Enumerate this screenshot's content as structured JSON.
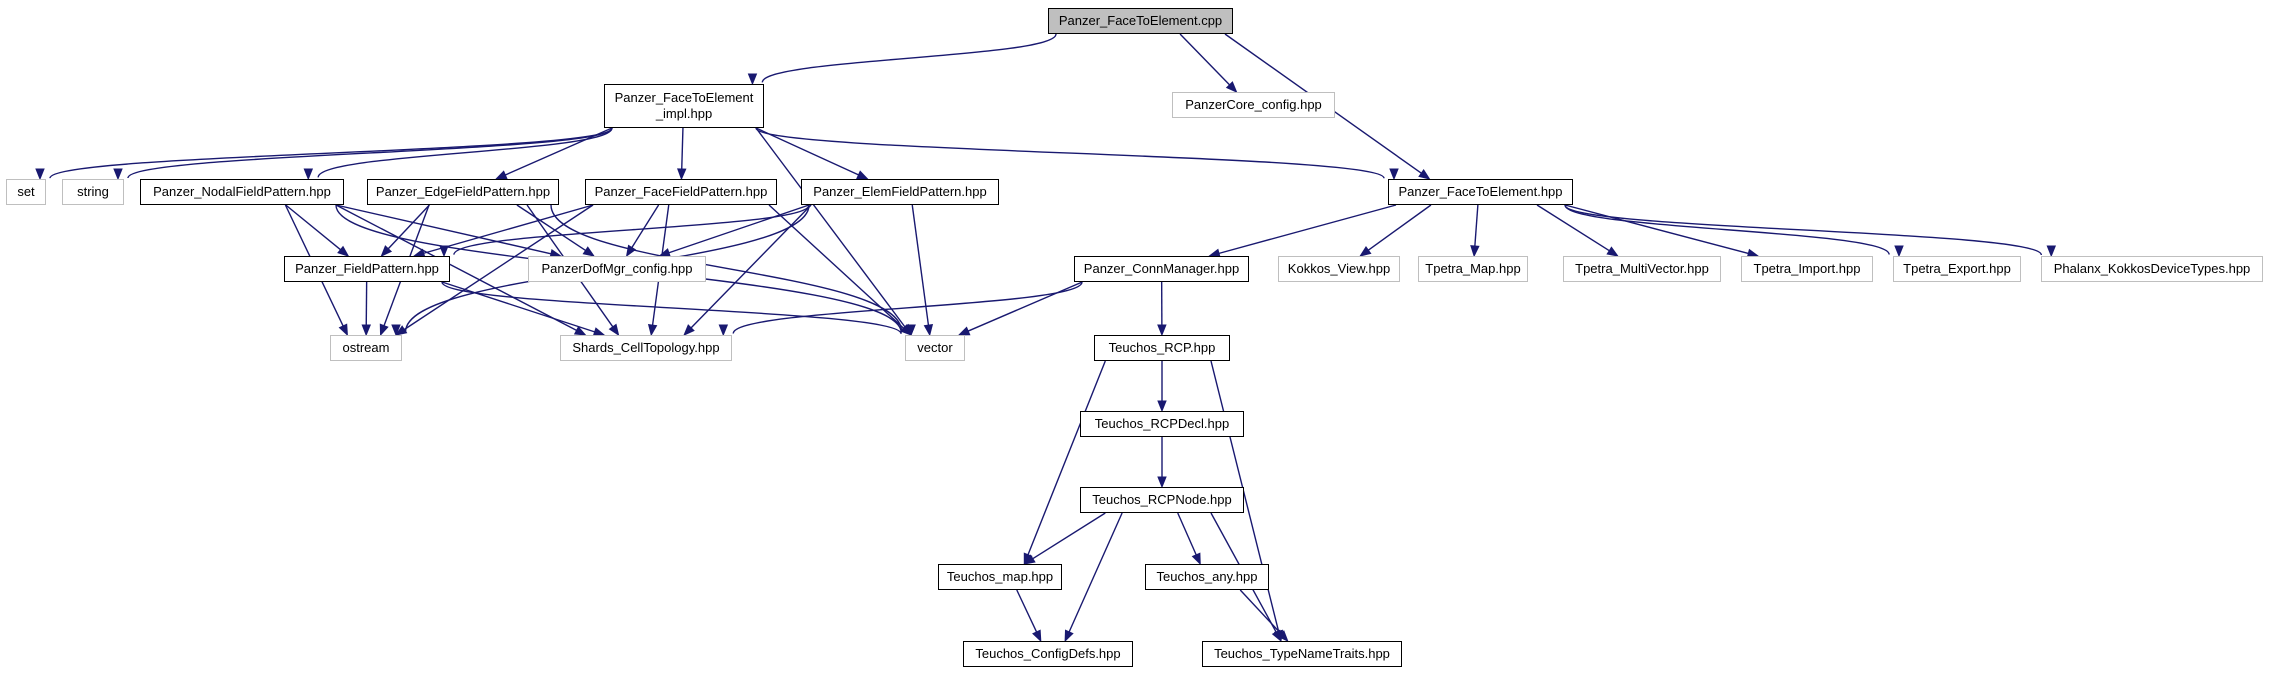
{
  "colors": {
    "edge": "#191970",
    "documented_border": "#000000",
    "external_border": "#bfbfbf",
    "root_fill": "#bfbfbf"
  },
  "nodes": [
    {
      "id": "root",
      "label": "Panzer_FaceToElement.cpp",
      "kind": "root"
    },
    {
      "id": "impl",
      "label": "Panzer_FaceToElement\n_impl.hpp",
      "kind": "documented"
    },
    {
      "id": "config",
      "label": "PanzerCore_config.hpp",
      "kind": "external"
    },
    {
      "id": "set",
      "label": "set",
      "kind": "external"
    },
    {
      "id": "string",
      "label": "string",
      "kind": "external"
    },
    {
      "id": "nodal",
      "label": "Panzer_NodalFieldPattern.hpp",
      "kind": "documented"
    },
    {
      "id": "edge",
      "label": "Panzer_EdgeFieldPattern.hpp",
      "kind": "documented"
    },
    {
      "id": "face",
      "label": "Panzer_FaceFieldPattern.hpp",
      "kind": "documented"
    },
    {
      "id": "elem",
      "label": "Panzer_ElemFieldPattern.hpp",
      "kind": "documented"
    },
    {
      "id": "f2e",
      "label": "Panzer_FaceToElement.hpp",
      "kind": "documented"
    },
    {
      "id": "fieldp",
      "label": "Panzer_FieldPattern.hpp",
      "kind": "documented"
    },
    {
      "id": "dofcfg",
      "label": "PanzerDofMgr_config.hpp",
      "kind": "external"
    },
    {
      "id": "ostream",
      "label": "ostream",
      "kind": "external"
    },
    {
      "id": "shards",
      "label": "Shards_CellTopology.hpp",
      "kind": "external"
    },
    {
      "id": "vector",
      "label": "vector",
      "kind": "external"
    },
    {
      "id": "conn",
      "label": "Panzer_ConnManager.hpp",
      "kind": "documented"
    },
    {
      "id": "kview",
      "label": "Kokkos_View.hpp",
      "kind": "external"
    },
    {
      "id": "tmap",
      "label": "Tpetra_Map.hpp",
      "kind": "external"
    },
    {
      "id": "tmv",
      "label": "Tpetra_MultiVector.hpp",
      "kind": "external"
    },
    {
      "id": "timp",
      "label": "Tpetra_Import.hpp",
      "kind": "external"
    },
    {
      "id": "texp",
      "label": "Tpetra_Export.hpp",
      "kind": "external"
    },
    {
      "id": "phal",
      "label": "Phalanx_KokkosDeviceTypes.hpp",
      "kind": "external"
    },
    {
      "id": "rcp",
      "label": "Teuchos_RCP.hpp",
      "kind": "documented"
    },
    {
      "id": "rcpdecl",
      "label": "Teuchos_RCPDecl.hpp",
      "kind": "documented"
    },
    {
      "id": "rcpnode",
      "label": "Teuchos_RCPNode.hpp",
      "kind": "documented"
    },
    {
      "id": "tmapp",
      "label": "Teuchos_map.hpp",
      "kind": "documented"
    },
    {
      "id": "tany",
      "label": "Teuchos_any.hpp",
      "kind": "documented"
    },
    {
      "id": "cfgdefs",
      "label": "Teuchos_ConfigDefs.hpp",
      "kind": "documented"
    },
    {
      "id": "tname",
      "label": "Teuchos_TypeNameTraits.hpp",
      "kind": "documented"
    }
  ],
  "edges": [
    [
      "root",
      "impl"
    ],
    [
      "root",
      "config"
    ],
    [
      "root",
      "f2e"
    ],
    [
      "impl",
      "set"
    ],
    [
      "impl",
      "string"
    ],
    [
      "impl",
      "nodal"
    ],
    [
      "impl",
      "edge"
    ],
    [
      "impl",
      "face"
    ],
    [
      "impl",
      "elem"
    ],
    [
      "impl",
      "f2e"
    ],
    [
      "impl",
      "vector"
    ],
    [
      "nodal",
      "fieldp"
    ],
    [
      "nodal",
      "ostream"
    ],
    [
      "nodal",
      "shards"
    ],
    [
      "nodal",
      "vector"
    ],
    [
      "nodal",
      "dofcfg"
    ],
    [
      "edge",
      "fieldp"
    ],
    [
      "edge",
      "dofcfg"
    ],
    [
      "edge",
      "ostream"
    ],
    [
      "edge",
      "shards"
    ],
    [
      "edge",
      "vector"
    ],
    [
      "face",
      "fieldp"
    ],
    [
      "face",
      "dofcfg"
    ],
    [
      "face",
      "ostream"
    ],
    [
      "face",
      "shards"
    ],
    [
      "face",
      "vector"
    ],
    [
      "elem",
      "fieldp"
    ],
    [
      "elem",
      "dofcfg"
    ],
    [
      "elem",
      "ostream"
    ],
    [
      "elem",
      "shards"
    ],
    [
      "elem",
      "vector"
    ],
    [
      "fieldp",
      "ostream"
    ],
    [
      "fieldp",
      "shards"
    ],
    [
      "fieldp",
      "vector"
    ],
    [
      "f2e",
      "conn"
    ],
    [
      "f2e",
      "kview"
    ],
    [
      "f2e",
      "tmap"
    ],
    [
      "f2e",
      "tmv"
    ],
    [
      "f2e",
      "timp"
    ],
    [
      "f2e",
      "texp"
    ],
    [
      "f2e",
      "phal"
    ],
    [
      "conn",
      "shards"
    ],
    [
      "conn",
      "vector"
    ],
    [
      "conn",
      "rcp"
    ],
    [
      "rcp",
      "rcpdecl"
    ],
    [
      "rcp",
      "tmapp"
    ],
    [
      "rcp",
      "tname"
    ],
    [
      "rcpdecl",
      "rcpnode"
    ],
    [
      "rcpnode",
      "tmapp"
    ],
    [
      "rcpnode",
      "tany"
    ],
    [
      "rcpnode",
      "cfgdefs"
    ],
    [
      "rcpnode",
      "tname"
    ],
    [
      "tmapp",
      "cfgdefs"
    ],
    [
      "tany",
      "tname"
    ]
  ]
}
